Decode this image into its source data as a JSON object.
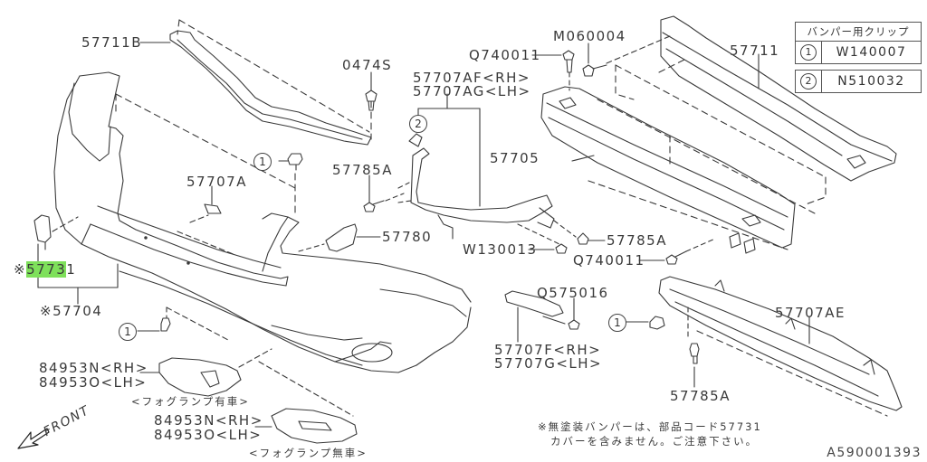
{
  "diagram": {
    "type": "exploded-parts-diagram",
    "reference_code": "A590001393",
    "highlight_color": "#7ee05a",
    "line_color": "#3a3a3a"
  },
  "clip_table": {
    "header": "バンパー用クリップ",
    "rows": [
      {
        "symbol": "1",
        "part": "W140007"
      },
      {
        "symbol": "2",
        "part": "N510032"
      }
    ]
  },
  "parts": {
    "p57711B": "57711B",
    "p0474S": "0474S",
    "p57707AF": "57707AF<RH>",
    "p57707AG": "57707AG<LH>",
    "q740011_top": "Q740011",
    "m060004": "M060004",
    "p57711": "57711",
    "p57707A": "57707A",
    "p57785A_mid": "57785A",
    "p57705": "57705",
    "p57780": "57780",
    "p57785A_right": "57785A",
    "w130013": "W130013",
    "q740011_bottom": "Q740011",
    "p57731_mark": "※",
    "p57731_hl": "5773",
    "p57731_rest": "1",
    "p57704": "※57704",
    "q575016": "Q575016",
    "p57707F": "57707F<RH>",
    "p57707G": "57707G<LH>",
    "p57707AE": "57707AE",
    "p57785A_bottom": "57785A",
    "fog_with_rh": "84953N<RH>",
    "fog_with_lh": "84953O<LH>",
    "fog_with_caption": "<フォグランプ有車>",
    "fog_without_rh": "84953N<RH>",
    "fog_without_lh": "84953O<LH>",
    "fog_without_caption": "<フォグランプ無車>"
  },
  "callouts": {
    "clip1": "1",
    "clip2": "2"
  },
  "notes": {
    "line1": "※無塗装バンパーは、部品コード57731",
    "line2": "カバーを含みません。ご注意下さい。"
  },
  "direction": {
    "label": "FRONT"
  }
}
